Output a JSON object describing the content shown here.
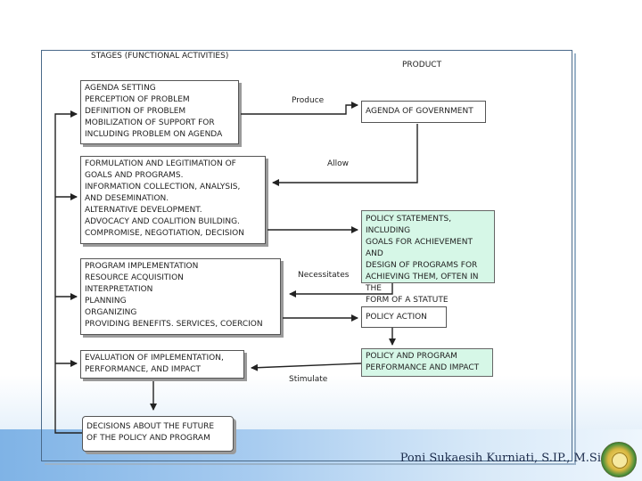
{
  "header": {
    "stages_title": "STAGES (FUNCTIONAL ACTIVITIES)",
    "product_title": "PRODUCT"
  },
  "stages": [
    {
      "text": "AGENDA SETTING\nPERCEPTION OF PROBLEM\nDEFINITION OF PROBLEM\nMOBILIZATION OF SUPPORT FOR\nINCLUDING PROBLEM ON AGENDA"
    },
    {
      "text": "FORMULATION AND LEGITIMATION OF\nGOALS AND PROGRAMS.\nINFORMATION COLLECTION, ANALYSIS,\nAND DESEMINATION.\nALTERNATIVE DEVELOPMENT.\nADVOCACY AND COALITION BUILDING.\nCOMPROMISE, NEGOTIATION, DECISION"
    },
    {
      "text": "PROGRAM IMPLEMENTATION\nRESOURCE ACQUISITION\nINTERPRETATION\nPLANNING\nORGANIZING\nPROVIDING BENEFITS. SERVICES, COERCION"
    },
    {
      "text": "EVALUATION OF IMPLEMENTATION,\nPERFORMANCE, AND IMPACT"
    },
    {
      "text": "DECISIONS ABOUT THE FUTURE\nOF THE POLICY AND PROGRAM"
    }
  ],
  "products": [
    {
      "text": "AGENDA OF GOVERNMENT"
    },
    {
      "text": "POLICY STATEMENTS, INCLUDING\nGOALS FOR ACHIEVEMENT AND\nDESIGN OF PROGRAMS FOR\nACHIEVING THEM, OFTEN IN THE\nFORM OF A STATUTE"
    },
    {
      "text": "POLICY ACTION"
    },
    {
      "text": "POLICY AND PROGRAM\nPERFORMANCE AND IMPACT"
    }
  ],
  "connectors": {
    "produce": "Produce",
    "allow": "Allow",
    "necessitates": "Necessitates",
    "stimulate": "Stimulate"
  },
  "footer": {
    "author": "Poni Sukaesih Kurniati, S.IP., M.Si"
  }
}
